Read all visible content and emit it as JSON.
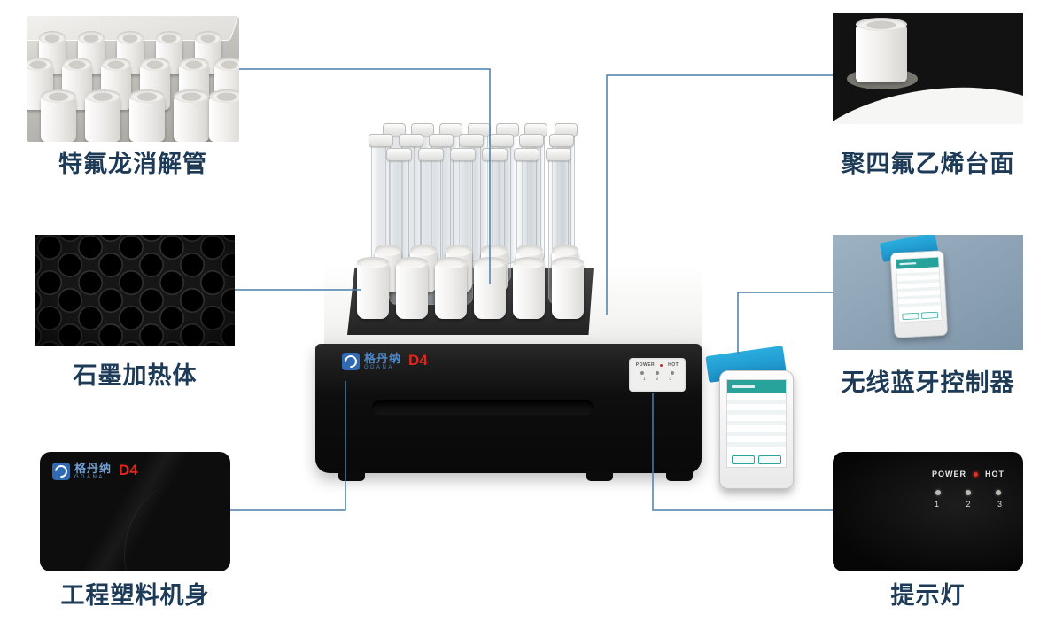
{
  "page": {
    "type": "product-feature-diagram"
  },
  "colors": {
    "label": "#1d3b57",
    "connector": "#4a7ea8",
    "brand_blue": "#2f6ab2",
    "model_red": "#e0261d",
    "flag_blue": "#1f9fd8",
    "screen_teal": "#27a39b"
  },
  "callouts": {
    "teflon": {
      "label": "特氟龙消解管"
    },
    "graphite": {
      "label": "石墨加热体"
    },
    "plastic": {
      "label": "工程塑料机身"
    },
    "ptfe": {
      "label": "聚四氟乙烯台面"
    },
    "bluetooth": {
      "label": "无线蓝牙控制器"
    },
    "indicator": {
      "label": "提示灯"
    }
  },
  "device": {
    "brand_cn": "格丹纳",
    "brand_en": "GDANA",
    "model": "D4",
    "panel": {
      "power": "POWER",
      "hot": "HOT",
      "numbers": [
        "1",
        "2",
        "3"
      ]
    }
  }
}
